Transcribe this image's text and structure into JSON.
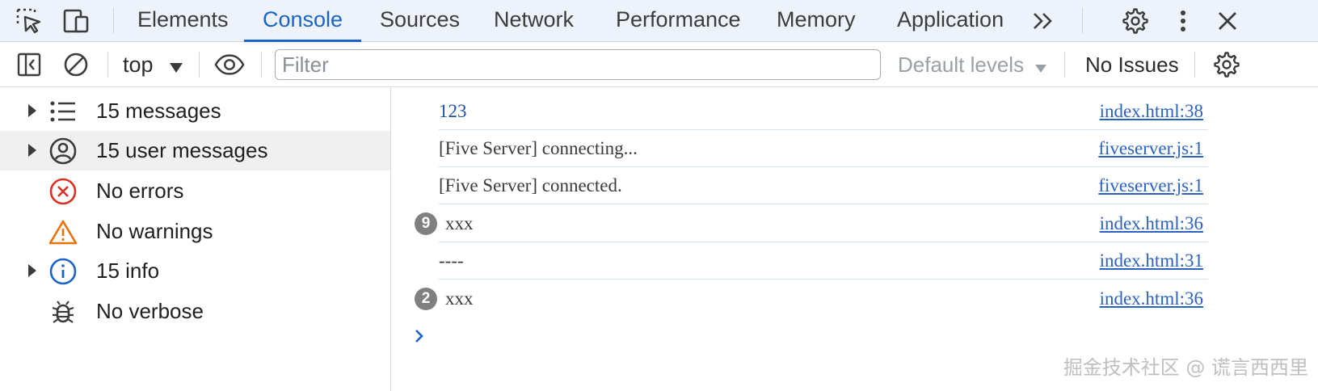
{
  "tabbar": {
    "tabs": [
      {
        "label": "Elements"
      },
      {
        "label": "Console"
      },
      {
        "label": "Sources"
      },
      {
        "label": "Network"
      },
      {
        "label": "Performance"
      },
      {
        "label": "Memory"
      },
      {
        "label": "Application"
      }
    ],
    "active_tab": "Console",
    "icons": [
      "inspect-element-icon",
      "device-toolbar-icon",
      "more-tabs-icon",
      "settings-gear-icon",
      "kebab-menu-icon",
      "close-icon"
    ],
    "accent_color": "#1a64c8"
  },
  "toolbar": {
    "context": "top",
    "filter_placeholder": "Filter",
    "filter_value": "",
    "levels_label": "Default levels",
    "issues_label": "No Issues"
  },
  "sidebar": {
    "items": [
      {
        "label": "15 messages",
        "icon": "list-icon",
        "expandable": true
      },
      {
        "label": "15 user messages",
        "icon": "user-circle-icon",
        "expandable": true,
        "selected": true
      },
      {
        "label": "No errors",
        "icon": "error-circle-icon",
        "expandable": false
      },
      {
        "label": "No warnings",
        "icon": "warning-triangle-icon",
        "expandable": false
      },
      {
        "label": "15 info",
        "icon": "info-circle-icon",
        "expandable": true
      },
      {
        "label": "No verbose",
        "icon": "bug-icon",
        "expandable": false
      }
    ]
  },
  "console": {
    "messages": [
      {
        "text": "123",
        "source": "index.html:38",
        "count": null
      },
      {
        "text": "[Five Server] connecting...",
        "source": "fiveserver.js:1",
        "count": null
      },
      {
        "text": "[Five Server] connected.",
        "source": "fiveserver.js:1",
        "count": null
      },
      {
        "text": "xxx",
        "source": "index.html:36",
        "count": "9"
      },
      {
        "text": "----",
        "source": "index.html:31",
        "count": null
      },
      {
        "text": "xxx",
        "source": "index.html:36",
        "count": "2"
      }
    ]
  },
  "watermark": "掘金技术社区 @ 谎言西西里"
}
